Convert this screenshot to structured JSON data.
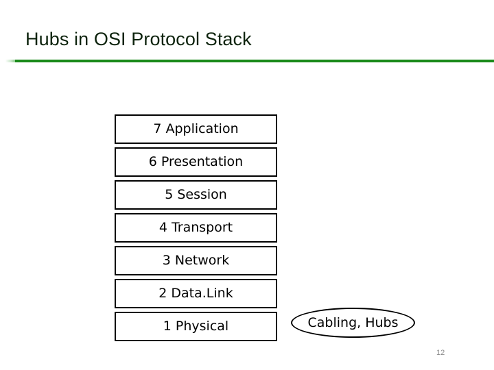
{
  "slide": {
    "title": "Hubs in OSI Protocol Stack",
    "number": "12",
    "accent_color": "#1a8a1a",
    "title_color": "#0d230d",
    "background_color": "#ffffff",
    "outline_color": "#000000",
    "page_number_color": "#8a8a8a"
  },
  "osi_stack": {
    "layers": [
      {
        "label": "7 Application"
      },
      {
        "label": "6 Presentation"
      },
      {
        "label": "5 Session"
      },
      {
        "label": "4 Transport"
      },
      {
        "label": "3 Network"
      },
      {
        "label": "2 Data.Link"
      },
      {
        "label": "1 Physical"
      }
    ]
  },
  "callout": {
    "label": "Cabling, Hubs",
    "shape": "ellipse"
  }
}
